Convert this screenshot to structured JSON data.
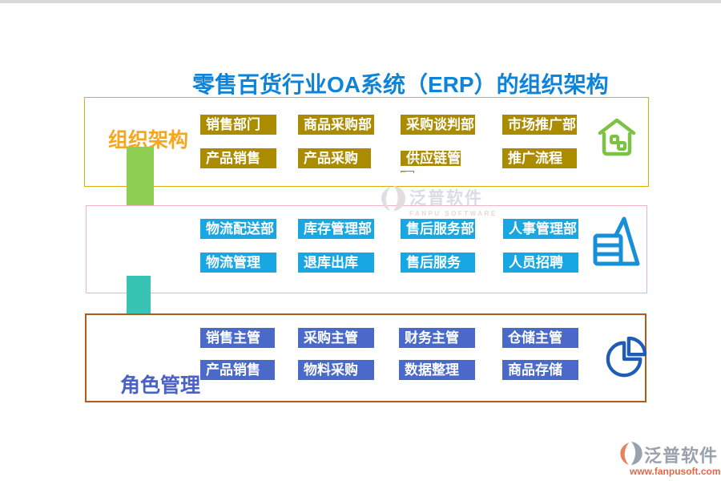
{
  "title": "零售百货行业OA系统（ERP）的组织架构",
  "org": {
    "label": "组织架构",
    "buttons": [
      "销售部门",
      "商品采购部",
      "采购谈判部",
      "市场推广部",
      "产品销售",
      "产品采购",
      "供应链管理",
      "推广流程"
    ]
  },
  "dept": {
    "buttons": [
      "物流配送部",
      "库存管理部",
      "售后服务部",
      "人事管理部",
      "物流管理",
      "退库出库",
      "售后服务",
      "人员招聘"
    ]
  },
  "role": {
    "label": "角色管理",
    "buttons": [
      "销售主管",
      "采购主管",
      "财务主管",
      "仓储主管",
      "产品销售",
      "物料采购",
      "数据整理",
      "商品存储"
    ]
  },
  "watermark": {
    "brand": "泛普软件",
    "subtitle": "FANPU SOFTWARE"
  },
  "footer": {
    "brand": "泛普软件",
    "url": "www.fanpusoft.com"
  },
  "icons": {
    "home": "home-icon",
    "pyramid": "pyramid-chart-icon",
    "pie": "pie-chart-icon",
    "arrow_green": "down-arrow-icon",
    "arrow_teal": "down-arrow-icon"
  },
  "colors": {
    "title_blue": "#0d83d9",
    "box1_border": "#deab0c",
    "box2_border": "#f4b3c3",
    "box3_border": "#b05c17",
    "chip_gold": "#ab8b00",
    "chip_blue": "#18a7e3",
    "chip_indigo": "#4a69c8",
    "org_label_orange": "#f5a71f",
    "role_label_indigo": "#4a61c6",
    "arrow_green": "#8ccf52",
    "arrow_teal": "#38c4b3",
    "home_icon_green": "#7cc243",
    "pyramid_icon_blue": "#1790d8",
    "pie_icon_blue": "#1e5cb8",
    "footer_gray": "#99a1ad",
    "footer_orange": "#e0694a"
  }
}
